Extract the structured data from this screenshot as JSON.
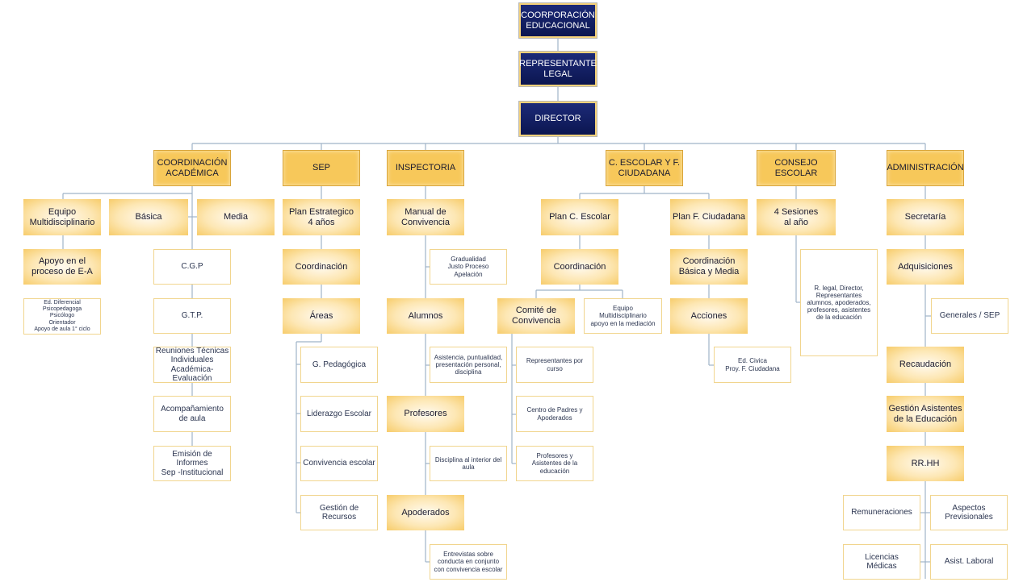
{
  "nodes": {
    "corp": "COORPORACIÓN\nEDUCACIONAL",
    "rep": "REPRESENTANTE\nLEGAL",
    "director": "DIRECTOR",
    "coord_acad": "COORDINACIÓN\nACADÉMICA",
    "sep": "SEP",
    "inspectoria": "INSPECTORIA",
    "cescolar": "C. ESCOLAR Y F.\nCIUDADANA",
    "consejo": "CONSEJO\nESCOLAR",
    "admin": "ADMINISTRACIÓN",
    "equipo_multi": "Equipo\nMultidisciplinario",
    "basica": "Básica",
    "media": "Media",
    "apoyo": "Apoyo en el\nproceso de E-A",
    "apoyo_list": "Ed. Diferencial\nPsicopedagoga\nPsicólogo\nOrientador\nApoyo de aula 1° ciclo",
    "cgp": "C.G.P",
    "gtp": "G.T.P.",
    "reuniones": "Reuniones Técnicas\nIndividuales\nAcadémica-\nEvaluación",
    "acompanamiento": "Acompañamiento\nde aula",
    "emision": "Emisión de\nInformes\nSep -Institucional",
    "plan_estrategico": "Plan Estrategico\n4 años",
    "sep_coord": "Coordinación",
    "areas": "Áreas",
    "g_pedagogica": "G. Pedagógica",
    "liderazgo": "Liderazgo Escolar",
    "convivencia_esc": "Convivencia  escolar",
    "gestion_rec": "Gestión de\nRecursos",
    "manual": "Manual de\nConvivencia",
    "gradualidad": "Gradualidad\nJusto Proceso\nApelación",
    "alumnos": "Alumnos",
    "asistencia": "Asistencia, puntualidad,\npresentación personal,\ndisciplina",
    "profesores": "Profesores",
    "disciplina": "Disciplina al interior del\naula",
    "apoderados": "Apoderados",
    "entrevistas": "Entrevistas sobre\nconducta en conjunto\ncon convivencia escolar",
    "plan_cescolar": "Plan C. Escolar",
    "ce_coord": "Coordinación",
    "comite": "Comité de\nConvivencia",
    "equipo_med": "Equipo\nMultidisciplinario\napoyo en la mediación",
    "representantes": "Representantes por\ncurso",
    "centro_padres": "Centro de Padres y\nApoderados",
    "prof_asist": "Profesores y\nAsistentes de la\neducación",
    "plan_ciudadana": "Plan F. Ciudadana",
    "coord_bm": "Coordinación\nBásica y Media",
    "acciones": "Acciones",
    "ed_civica": "Ed. Civica\nProy. F. Ciudadana",
    "sesiones": "4 Sesiones\nal año",
    "consejo_members": "R. legal, Director,\nRepresentantes\nalumnos, apoderados,\nprofesores, asistentes\nde la educación",
    "secretaria": "Secretaría",
    "adquisiciones": "Adquisiciones",
    "generales": "Generales / SEP",
    "recaudacion": "Recaudación",
    "gestion_asist": "Gestión Asistentes\nde la Educación",
    "rrhh": "RR.HH",
    "remuneraciones": "Remuneraciones",
    "aspectos": "Aspectos\nPrevisionales",
    "licencias": "Licencias\nMédicas",
    "asist_laboral": "Asist. Laboral"
  }
}
